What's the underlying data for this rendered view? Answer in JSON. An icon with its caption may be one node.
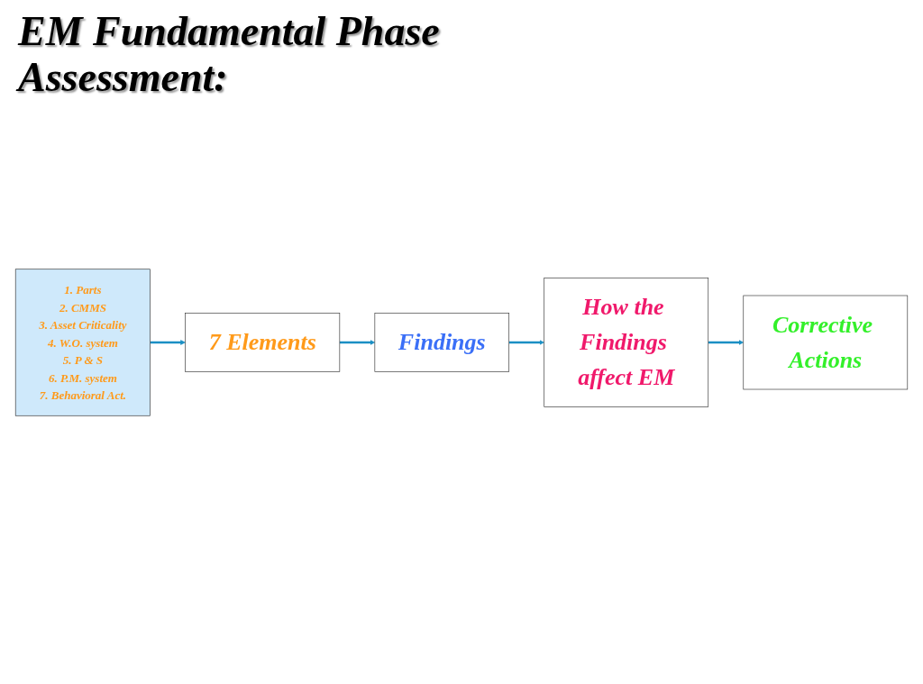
{
  "diagram": {
    "title": "EM Fundamental Phase Assessment:",
    "nodes": [
      {
        "text": [
          "7 Elements"
        ]
      },
      {
        "text": [
          "1. Parts",
          "2. CMMS",
          "3. Asset Criticality",
          "4. W.O. system",
          "5. P & S",
          "6. P.M. system",
          "7. Behavioral Act."
        ]
      },
      {
        "text": [
          "Findings"
        ]
      },
      {
        "text": [
          "How the Findings affect EM"
        ]
      },
      {
        "text": [
          "Corrective Actions"
        ]
      }
    ],
    "edges": [
      {
        "from": 1,
        "to": 0,
        "arrow": "to"
      },
      {
        "from": 0,
        "to": 2,
        "arrow": "to"
      },
      {
        "from": 2,
        "to": 3,
        "arrow": "to"
      },
      {
        "from": 3,
        "to": 4,
        "arrow": "to"
      }
    ]
  }
}
